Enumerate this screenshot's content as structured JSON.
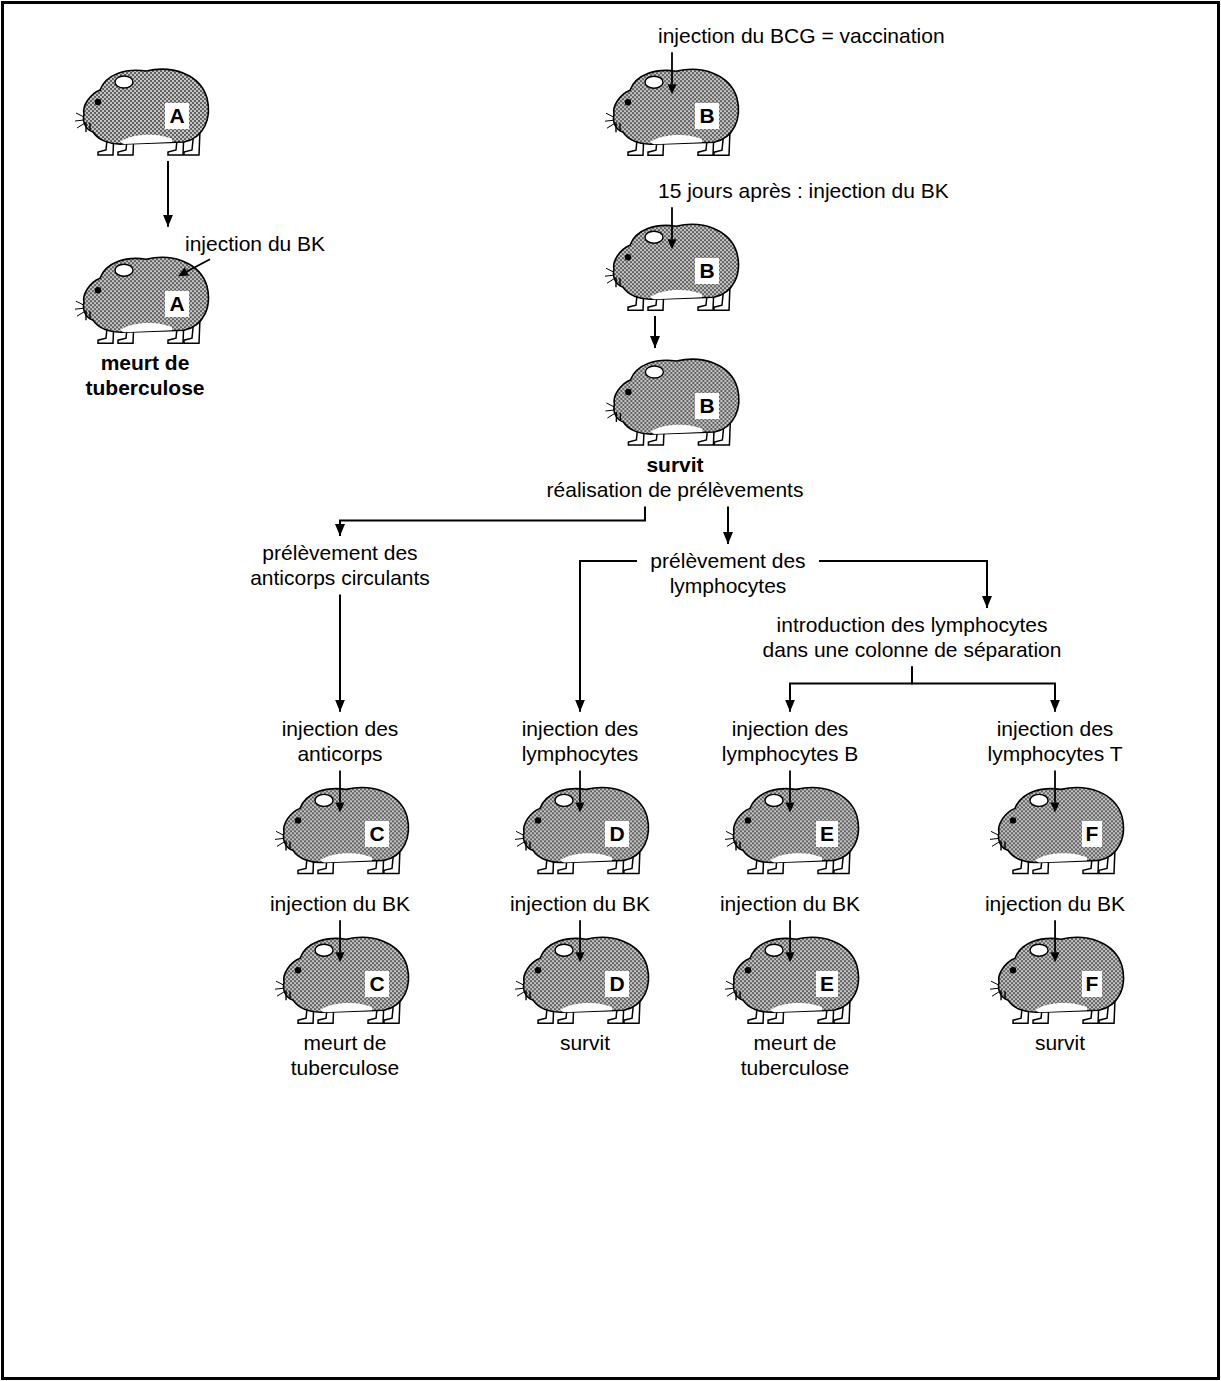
{
  "diagram": {
    "nodes": [
      {
        "text": [
          "A"
        ]
      },
      {
        "text": [
          "injection du BK",
          "A",
          "meurt de tuberculose"
        ]
      },
      {
        "text": [
          "injection du BCG = vaccination",
          "B"
        ]
      },
      {
        "text": [
          "15 jours après : injection du BK",
          "B"
        ]
      },
      {
        "text": [
          "B",
          "survit",
          "réalisation de prélèvements"
        ]
      },
      {
        "text": [
          "prélèvement des anticorps circulants"
        ]
      },
      {
        "text": [
          "prélèvement des lymphocytes"
        ]
      },
      {
        "text": [
          "introduction des lymphocytes dans une colonne de séparation"
        ]
      },
      {
        "text": [
          "injection des anticorps",
          "C"
        ]
      },
      {
        "text": [
          "injection du BK",
          "C",
          "meurt de tuberculose"
        ]
      },
      {
        "text": [
          "injection des lymphocytes",
          "D"
        ]
      },
      {
        "text": [
          "injection du BK",
          "D",
          "survit"
        ]
      },
      {
        "text": [
          "injection des lymphocytes B",
          "E"
        ]
      },
      {
        "text": [
          "injection du BK",
          "E",
          "meurt de tuberculose"
        ]
      },
      {
        "text": [
          "injection des lymphocytes T",
          "F"
        ]
      },
      {
        "text": [
          "injection du BK",
          "F",
          "survit"
        ]
      }
    ],
    "edges": [
      {
        "from": 0,
        "to": 1,
        "arrow": "to"
      },
      {
        "from": 3,
        "to": 4,
        "arrow": "to"
      },
      {
        "from": 4,
        "to": 5,
        "arrow": "to"
      },
      {
        "from": 4,
        "to": 6,
        "arrow": "to"
      },
      {
        "from": 5,
        "to": 8,
        "arrow": "to"
      },
      {
        "from": 6,
        "to": 10,
        "arrow": "to"
      },
      {
        "from": 6,
        "to": 7,
        "arrow": "to"
      },
      {
        "from": 7,
        "to": 12,
        "arrow": "to"
      },
      {
        "from": 7,
        "to": 14,
        "arrow": "to"
      }
    ]
  }
}
